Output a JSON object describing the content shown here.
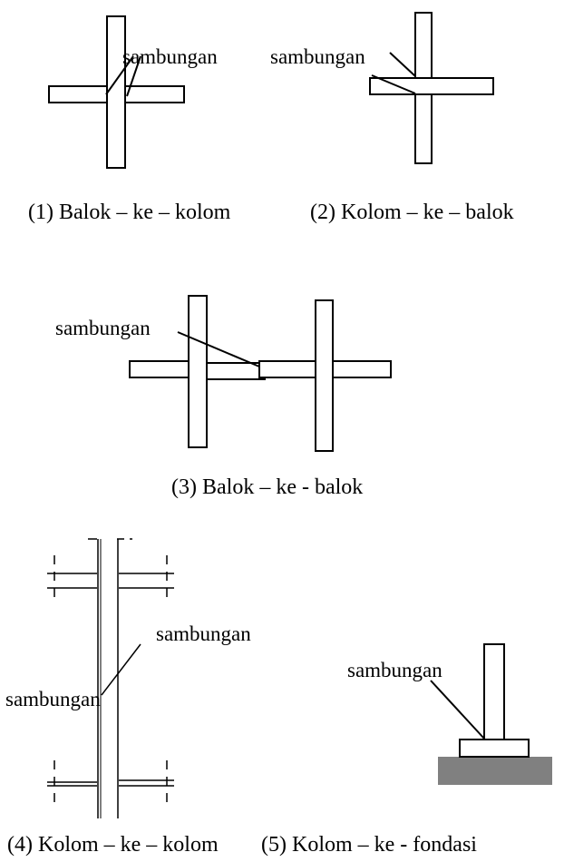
{
  "labels": {
    "d1_sambungan": "sambungan",
    "d2_sambungan": "sambungan",
    "d3_sambungan": "sambungan",
    "d4_sambungan_right": "sambungan",
    "d4_sambungan_left": "sambungan",
    "d5_sambungan": "sambungan"
  },
  "captions": {
    "c1": "(1) Balok – ke – kolom",
    "c2": "(2)  Kolom – ke – balok",
    "c3": "(3)  Balok – ke - balok",
    "c4": "(4) Kolom – ke – kolom",
    "c5": "(5)  Kolom – ke -  fondasi"
  },
  "colors": {
    "foundation": "#808080",
    "stroke": "#000000"
  }
}
